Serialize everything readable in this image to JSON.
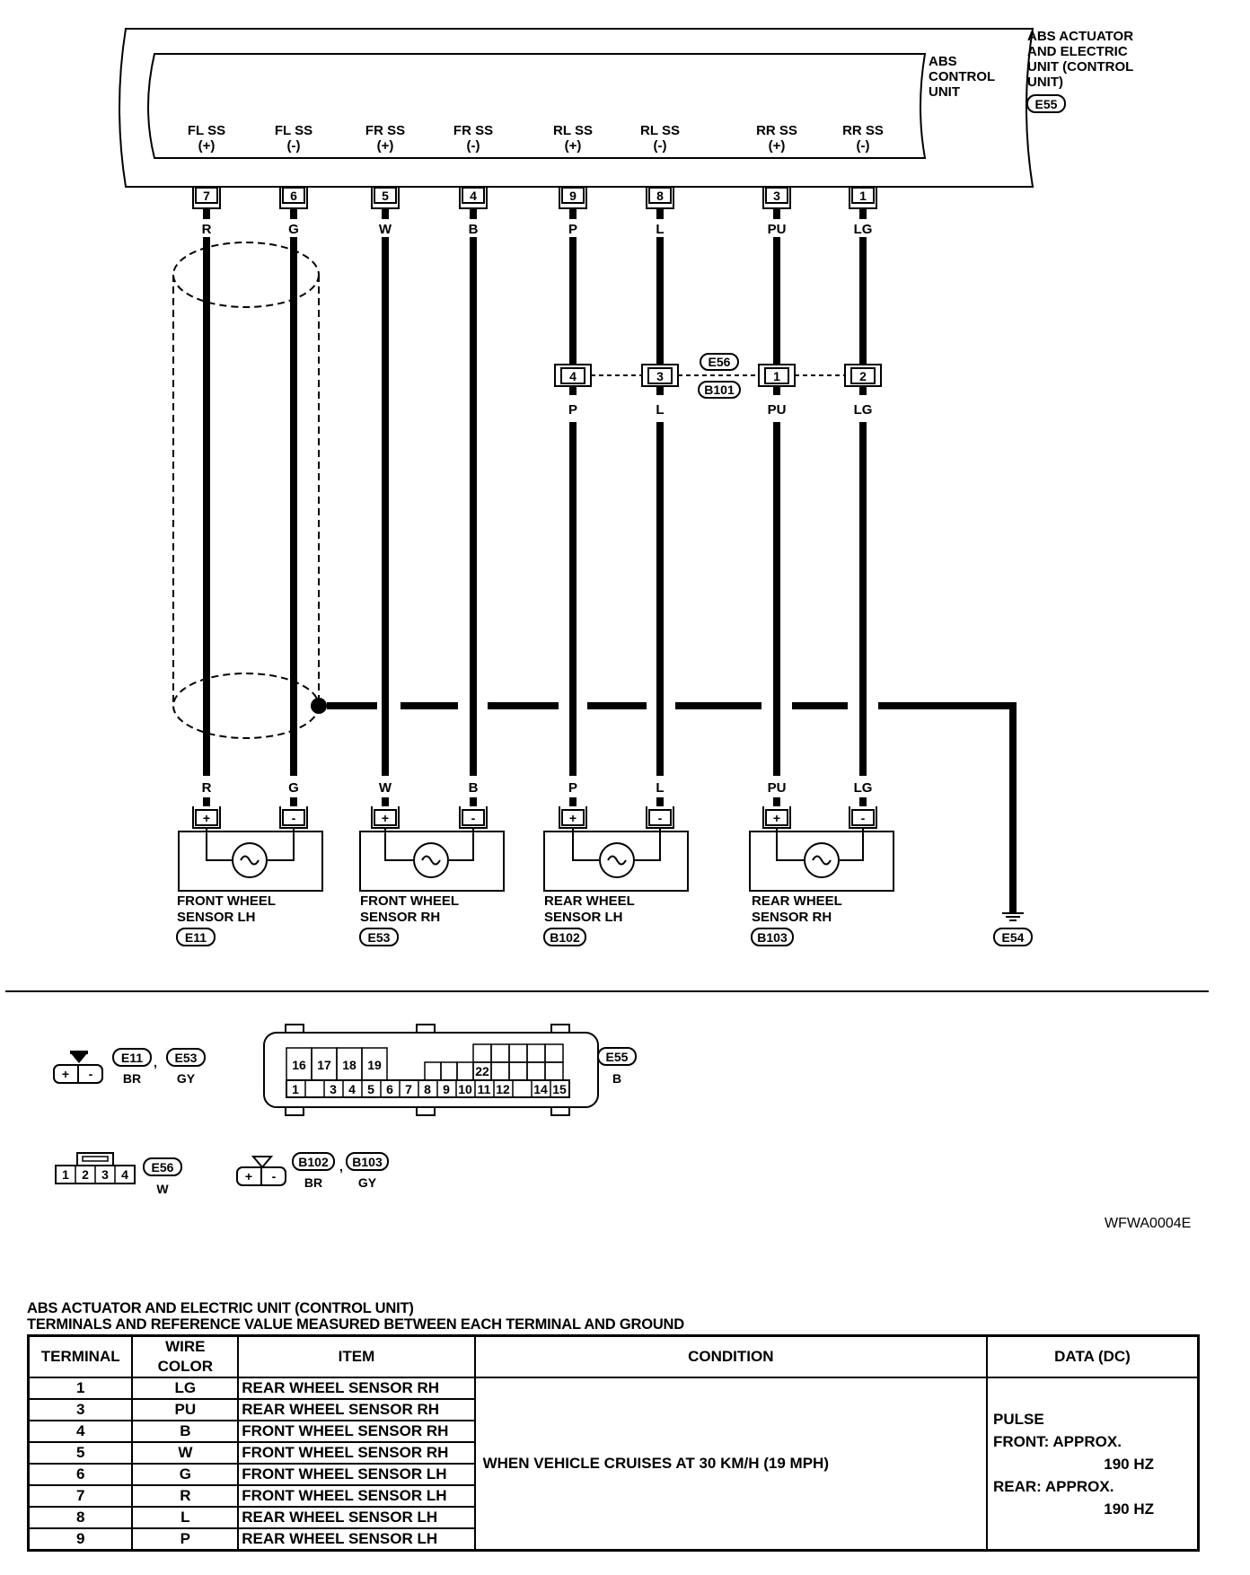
{
  "unit": {
    "name_lines": [
      "ABS ACTUATOR",
      "AND ELECTRIC",
      "UNIT (CONTROL",
      "UNIT)"
    ],
    "connector": "E55",
    "control_unit_lines": [
      "ABS",
      "CONTROL",
      "UNIT"
    ]
  },
  "terminals": [
    {
      "pin": "7",
      "label": "FL SS",
      "sign": "(+)",
      "wire": "R"
    },
    {
      "pin": "6",
      "label": "FL SS",
      "sign": "(-)",
      "wire": "G"
    },
    {
      "pin": "5",
      "label": "FR SS",
      "sign": "(+)",
      "wire": "W"
    },
    {
      "pin": "4",
      "label": "FR SS",
      "sign": "(-)",
      "wire": "B"
    },
    {
      "pin": "9",
      "label": "RL SS",
      "sign": "(+)",
      "wire": "P"
    },
    {
      "pin": "8",
      "label": "RL SS",
      "sign": "(-)",
      "wire": "L"
    },
    {
      "pin": "3",
      "label": "RR SS",
      "sign": "(+)",
      "wire": "PU"
    },
    {
      "pin": "1",
      "label": "RR SS",
      "sign": "(-)",
      "wire": "LG"
    }
  ],
  "joint_connector": {
    "ids": [
      "E56",
      "B101"
    ],
    "pins": [
      {
        "pin": "4",
        "wire": "P"
      },
      {
        "pin": "3",
        "wire": "L"
      },
      {
        "pin": "1",
        "wire": "PU"
      },
      {
        "pin": "2",
        "wire": "LG"
      }
    ]
  },
  "sensors": [
    {
      "line1": "FRONT WHEEL",
      "line2": "SENSOR LH",
      "connector": "E11",
      "wires": [
        "R",
        "G"
      ]
    },
    {
      "line1": "FRONT WHEEL",
      "line2": "SENSOR RH",
      "connector": "E53",
      "wires": [
        "W",
        "B"
      ]
    },
    {
      "line1": "REAR WHEEL",
      "line2": "SENSOR LH",
      "connector": "B102",
      "wires": [
        "P",
        "L"
      ]
    },
    {
      "line1": "REAR WHEEL",
      "line2": "SENSOR RH",
      "connector": "B103",
      "wires": [
        "PU",
        "LG"
      ]
    }
  ],
  "ground": {
    "connector": "E54"
  },
  "pin_signs": {
    "plus": "+",
    "minus": "-"
  },
  "legend": {
    "sensor_front": {
      "connectors": [
        "E11",
        "E53"
      ],
      "colors": [
        "BR",
        "GY"
      ],
      "separator": ","
    },
    "e55": {
      "connector": "E55",
      "color": "B",
      "top_row": [
        "16",
        "17",
        "18",
        "19"
      ],
      "top_small": "22",
      "bottom_row": [
        "1",
        "",
        "3",
        "4",
        "5",
        "6",
        "7",
        "8",
        "9",
        "10",
        "11",
        "12",
        "",
        "14",
        "15"
      ]
    },
    "e56": {
      "connector": "E56",
      "color": "W",
      "pins": [
        "1",
        "2",
        "3",
        "4"
      ]
    },
    "sensor_rear": {
      "connectors": [
        "B102",
        "B103"
      ],
      "colors": [
        "BR",
        "GY"
      ],
      "separator": ","
    }
  },
  "figure_code": "WFWA0004E",
  "table": {
    "title_line1": "ABS ACTUATOR AND ELECTRIC UNIT (CONTROL UNIT)",
    "title_line2": "TERMINALS AND REFERENCE VALUE MEASURED BETWEEN EACH TERMINAL AND GROUND",
    "headers": [
      "TERMINAL",
      "WIRE COLOR",
      "ITEM",
      "CONDITION",
      "DATA (DC)"
    ],
    "rows": [
      {
        "terminal": "1",
        "color": "LG",
        "item": "REAR WHEEL SENSOR RH"
      },
      {
        "terminal": "3",
        "color": "PU",
        "item": "REAR WHEEL SENSOR RH"
      },
      {
        "terminal": "4",
        "color": "B",
        "item": "FRONT WHEEL SENSOR RH"
      },
      {
        "terminal": "5",
        "color": "W",
        "item": "FRONT WHEEL SENSOR RH"
      },
      {
        "terminal": "6",
        "color": "G",
        "item": "FRONT WHEEL SENSOR LH"
      },
      {
        "terminal": "7",
        "color": "R",
        "item": "FRONT WHEEL SENSOR LH"
      },
      {
        "terminal": "8",
        "color": "L",
        "item": "REAR WHEEL SENSOR LH"
      },
      {
        "terminal": "9",
        "color": "P",
        "item": "REAR WHEEL SENSOR LH"
      }
    ],
    "condition": "WHEN VEHICLE CRUISES AT 30 KM/H (19 MPH)",
    "data_lines": [
      "PULSE",
      "FRONT: APPROX.",
      "190 HZ",
      "REAR: APPROX.",
      "190 HZ"
    ]
  }
}
